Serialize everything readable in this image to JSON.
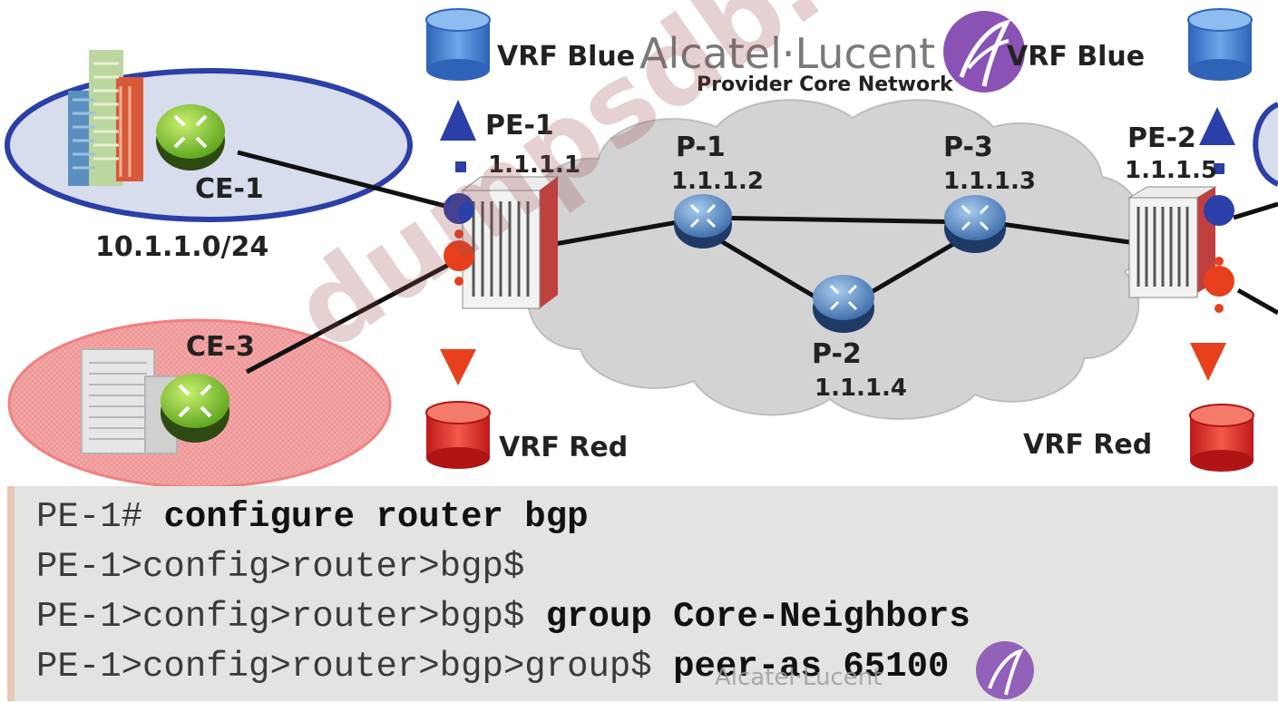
{
  "diagram": {
    "brand": "Alcatel·Lucent",
    "core_label": "Provider Core Network",
    "vrf_blue_left": "VRF Blue",
    "vrf_blue_right": "VRF Blue",
    "vrf_red_left": "VRF Red",
    "vrf_red_right": "VRF Red",
    "ce1": {
      "name": "CE-1",
      "subnet": "10.1.1.0/24"
    },
    "ce3": {
      "name": "CE-3"
    },
    "pe1": {
      "name": "PE-1",
      "ip": "1.1.1.1"
    },
    "pe2": {
      "name": "PE-2",
      "ip": "1.1.1.5"
    },
    "p1": {
      "name": "P-1",
      "ip": "1.1.1.2"
    },
    "p2": {
      "name": "P-2",
      "ip": "1.1.1.4"
    },
    "p3": {
      "name": "P-3",
      "ip": "1.1.1.3"
    },
    "watermark": "dumpsdb.com",
    "colors": {
      "blue": "#2b3fa8",
      "red": "#e8401c",
      "cloud": "#d4d4d4",
      "router_green": "#88cc2e",
      "router_blue": "#4a7fb8"
    }
  },
  "cli": [
    {
      "prompt": "PE-1# ",
      "cmd": "configure router bgp"
    },
    {
      "prompt": "PE-1>config>router>bgp$",
      "cmd": ""
    },
    {
      "prompt": "PE-1>config>router>bgp$ ",
      "cmd": "group Core-Neighbors"
    },
    {
      "prompt": "PE-1>config>router>bgp>group$ ",
      "cmd": "peer-as 65100"
    }
  ],
  "footer_brand": "Alcatel·Lucent"
}
